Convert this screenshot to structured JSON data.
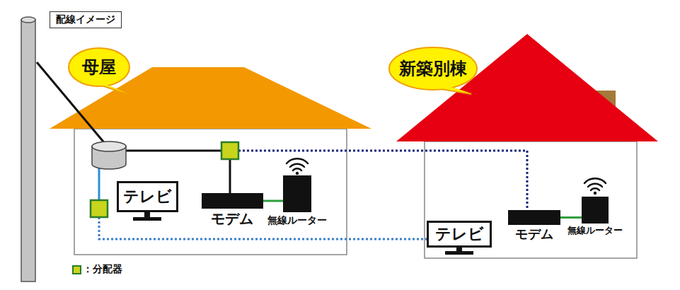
{
  "diagram": {
    "title": "配線イメージ",
    "nodes": [
      {
        "text": [
          "母屋"
        ]
      },
      {
        "text": [
          "新築別棟"
        ]
      },
      {
        "text": [
          "テレビ"
        ]
      },
      {
        "text": [
          "モデム"
        ]
      },
      {
        "text": [
          "無線ルーター"
        ]
      },
      {
        "text": [
          "テレビ"
        ]
      },
      {
        "text": [
          "モデム"
        ]
      },
      {
        "text": [
          "無線ルーター"
        ]
      }
    ],
    "edges": [
      {
        "from": 3,
        "to": 4,
        "arrow": "none"
      },
      {
        "from": 6,
        "to": 7,
        "arrow": "none"
      }
    ],
    "legend": [
      {
        "text": "：分配器",
        "color": "#c9d41c"
      }
    ]
  }
}
